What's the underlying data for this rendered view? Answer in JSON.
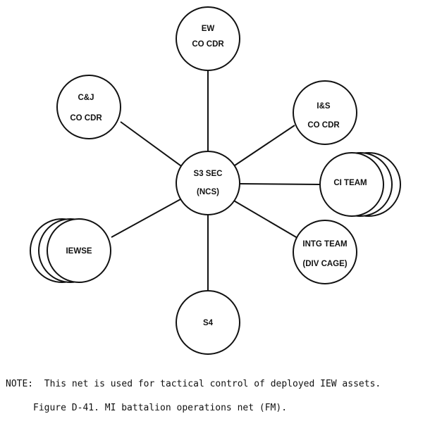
{
  "diagram": {
    "hub": {
      "line1": "S3 SEC",
      "line2": "(NCS)"
    },
    "nodes": [
      {
        "id": "ew",
        "line1": "EW",
        "line2": "CO CDR"
      },
      {
        "id": "cj",
        "line1": "C&J",
        "line2": "CO CDR"
      },
      {
        "id": "is",
        "line1": "I&S",
        "line2": "CO CDR"
      },
      {
        "id": "ci",
        "line1": "CI TEAM",
        "line2": ""
      },
      {
        "id": "iewse",
        "line1": "IEWSE",
        "line2": ""
      },
      {
        "id": "intg",
        "line1": "INTG TEAM",
        "line2": "(DIV CAGE)"
      },
      {
        "id": "s4",
        "line1": "S4",
        "line2": ""
      }
    ]
  },
  "note": {
    "label": "NOTE:",
    "text": "This net is used for tactical control of deployed IEW assets."
  },
  "caption": "Figure D-41. MI battalion operations net (FM)."
}
